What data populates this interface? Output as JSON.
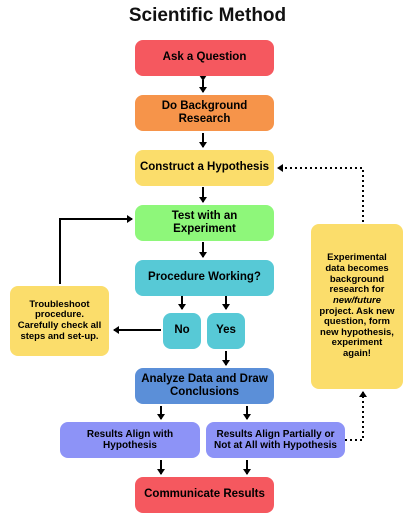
{
  "title": "Scientific Method",
  "steps": {
    "ask": "Ask a Question",
    "research": "Do Background Research",
    "hypothesis": "Construct a Hypothesis",
    "test": "Test with an Experiment",
    "procedure": "Procedure Working?",
    "no": "No",
    "yes": "Yes",
    "analyze": "Analyze Data and Draw Conclusions",
    "align": "Results Align with Hypothesis",
    "partial": "Results Align Partially or Not at All with Hypothesis",
    "communicate": "Communicate Results"
  },
  "notes": {
    "troubleshoot": "Troubleshoot procedure. Carefully check all steps and set-up.",
    "feedback_before": "Experimental data becomes background research for ",
    "feedback_italic": "new/future",
    "feedback_after": " project. Ask new question, form new hypothesis, experiment again!"
  },
  "colors": {
    "ask": "#f5585f",
    "research": "#f6944a",
    "hypothesis": "#fbdd6b",
    "test": "#8ef77a",
    "procedure": "#57c9d6",
    "analyze": "#5b8fd8",
    "results": "#8d93f7",
    "communicate": "#f5585f"
  }
}
